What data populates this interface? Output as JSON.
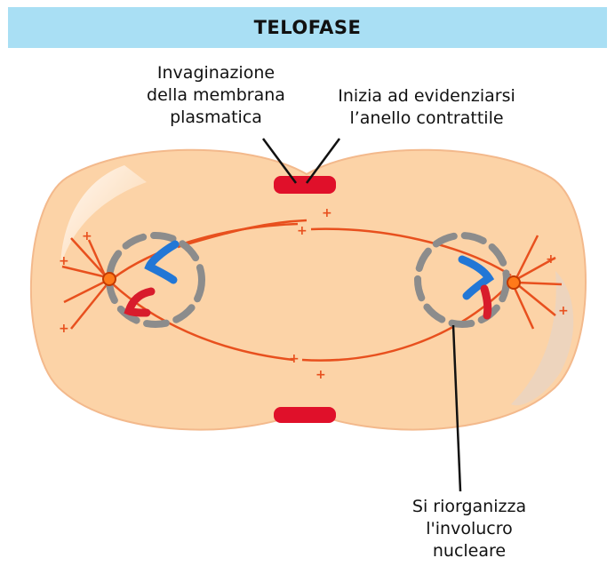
{
  "title": "TELOFASE",
  "labels": {
    "membrane": [
      "Invaginazione",
      "della membrana",
      "plasmatica"
    ],
    "ring": [
      "Inizia ad evidenziarsi",
      "l’anello contrattile"
    ],
    "envelope": [
      "Si riorganizza",
      "l'involucro",
      "nucleare"
    ]
  },
  "colors": {
    "header": "#a9dff4",
    "cell": "#fcd3a7",
    "spindle": "#e8501e",
    "ring": "#e0102a",
    "envelope": "#8c8c8c",
    "chromosome_blue": "#2277d6",
    "chromosome_red": "#d81c2c"
  }
}
